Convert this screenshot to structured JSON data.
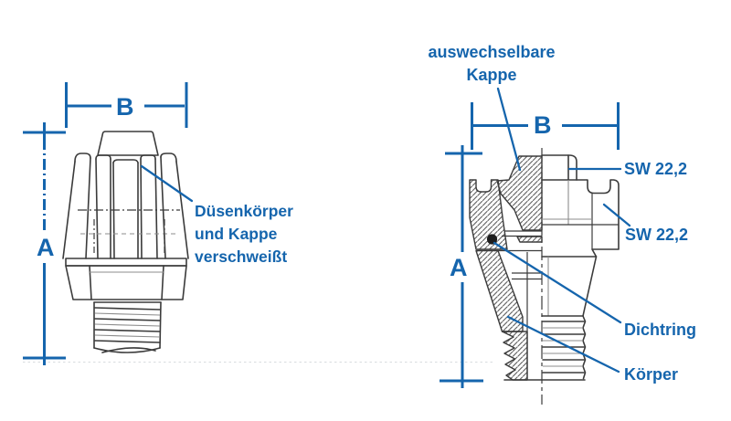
{
  "diagram": {
    "colors": {
      "annotation_blue": "#1565ad",
      "line_dark": "#3b3b3b"
    },
    "left_figure": {
      "dim_height_label": "A",
      "dim_width_label": "B",
      "annotation": {
        "line1": "Düsenkörper",
        "line2": "und Kappe",
        "line3": "verschweißt"
      }
    },
    "right_figure": {
      "dim_height_label": "A",
      "dim_width_label": "B",
      "cap_annotation": {
        "line1": "auswechselbare",
        "line2": "Kappe"
      },
      "wrench_size_cap": "SW 22,2",
      "wrench_size_nut": "SW 22,2",
      "seal_label": "Dichtring",
      "body_label": "Körper"
    }
  }
}
